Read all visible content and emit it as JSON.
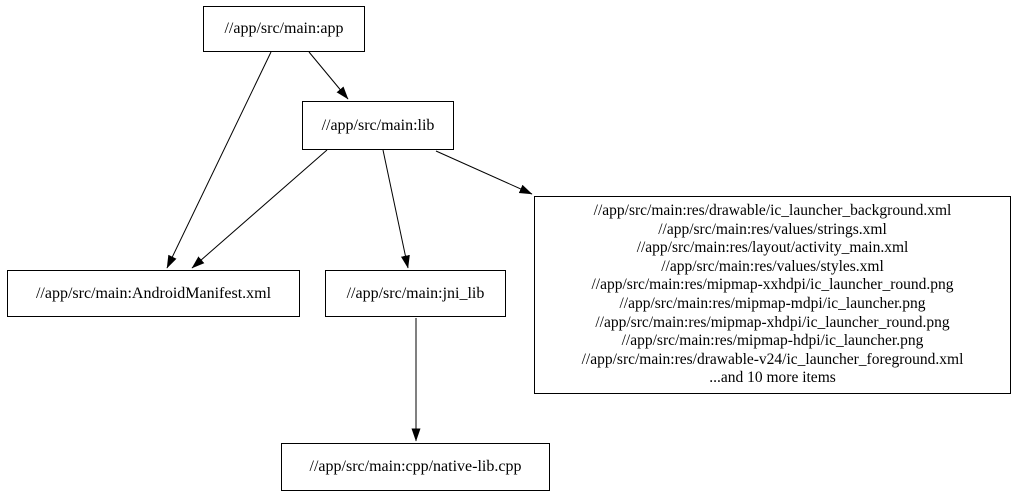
{
  "graph": {
    "colors": {
      "background": "#ffffff",
      "node_border": "#000000",
      "text": "#000000",
      "edge": "#000000"
    },
    "nodes": {
      "app": {
        "label": "//app/src/main:app"
      },
      "lib": {
        "label": "//app/src/main:lib"
      },
      "manifest": {
        "label": "//app/src/main:AndroidManifest.xml"
      },
      "jni_lib": {
        "label": "//app/src/main:jni_lib"
      },
      "resources": {
        "lines": [
          "//app/src/main:res/drawable/ic_launcher_background.xml",
          "//app/src/main:res/values/strings.xml",
          "//app/src/main:res/layout/activity_main.xml",
          "//app/src/main:res/values/styles.xml",
          "//app/src/main:res/mipmap-xxhdpi/ic_launcher_round.png",
          "//app/src/main:res/mipmap-mdpi/ic_launcher.png",
          "//app/src/main:res/mipmap-xhdpi/ic_launcher_round.png",
          "//app/src/main:res/mipmap-hdpi/ic_launcher.png",
          "//app/src/main:res/drawable-v24/ic_launcher_foreground.xml",
          "...and 10 more items"
        ]
      },
      "native_lib": {
        "label": "//app/src/main:cpp/native-lib.cpp"
      }
    },
    "edges": [
      {
        "from": "//app/src/main:app",
        "to": "//app/src/main:lib"
      },
      {
        "from": "//app/src/main:app",
        "to": "//app/src/main:AndroidManifest.xml"
      },
      {
        "from": "//app/src/main:lib",
        "to": "//app/src/main:AndroidManifest.xml"
      },
      {
        "from": "//app/src/main:lib",
        "to": "//app/src/main:jni_lib"
      },
      {
        "from": "//app/src/main:lib",
        "to": "resources-group"
      },
      {
        "from": "//app/src/main:jni_lib",
        "to": "//app/src/main:cpp/native-lib.cpp"
      }
    ]
  }
}
